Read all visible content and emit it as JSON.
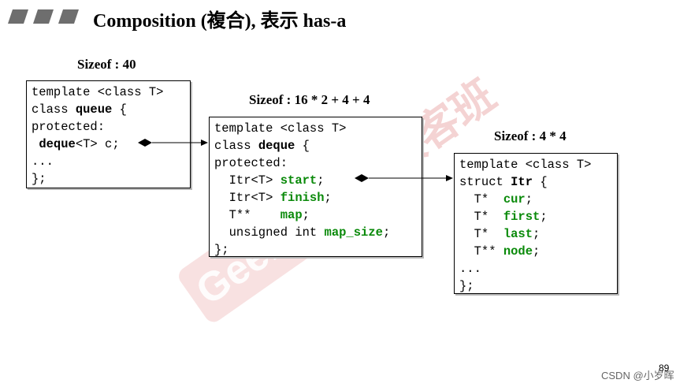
{
  "slide": {
    "title": "Composition (複合), 表示 has-a",
    "page_number": "89",
    "credit": "CSDN @小岁晖"
  },
  "watermark": {
    "brand_text": "GeekBand",
    "cn_text": "极客班"
  },
  "boxes": {
    "queue": {
      "sizeof": "Sizeof : 40",
      "line1": "template <class T>",
      "line2_pre": "class ",
      "line2_name": "queue",
      "line2_post": " {",
      "line3": "protected:",
      "line4_pre": " ",
      "line4_type": "deque",
      "line4_post": "<T> c;",
      "line5": "...",
      "line6": "};"
    },
    "deque": {
      "sizeof": "Sizeof : 16 * 2 + 4 + 4",
      "line1": "template <class T>",
      "line2_pre": "class ",
      "line2_name": "deque",
      "line2_post": " {",
      "line3": "protected:",
      "m1_type": "  Itr<T> ",
      "m1_name": "start",
      "m1_end": ";",
      "m2_type": "  Itr<T> ",
      "m2_name": "finish",
      "m2_end": ";",
      "m3_type": "  T**    ",
      "m3_name": "map",
      "m3_end": ";",
      "m4_type": "  unsigned int ",
      "m4_name": "map_size",
      "m4_end": ";",
      "last": "};"
    },
    "itr": {
      "sizeof": "Sizeof : 4 * 4",
      "line1": "template <class T>",
      "line2_pre": "struct ",
      "line2_name": "Itr",
      "line2_post": " {",
      "m1_type": "  T*  ",
      "m1_name": "cur",
      "m1_end": ";",
      "m2_type": "  T*  ",
      "m2_name": "first",
      "m2_end": ";",
      "m3_type": "  T*  ",
      "m3_name": "last",
      "m3_end": ";",
      "m4_type": "  T** ",
      "m4_name": "node",
      "m4_end": ";",
      "line7": "...",
      "last": "};"
    }
  },
  "colors": {
    "member_name": "#0a8a0a",
    "title_bar": "#6e6e6e",
    "watermark": "#e8a0a0"
  }
}
